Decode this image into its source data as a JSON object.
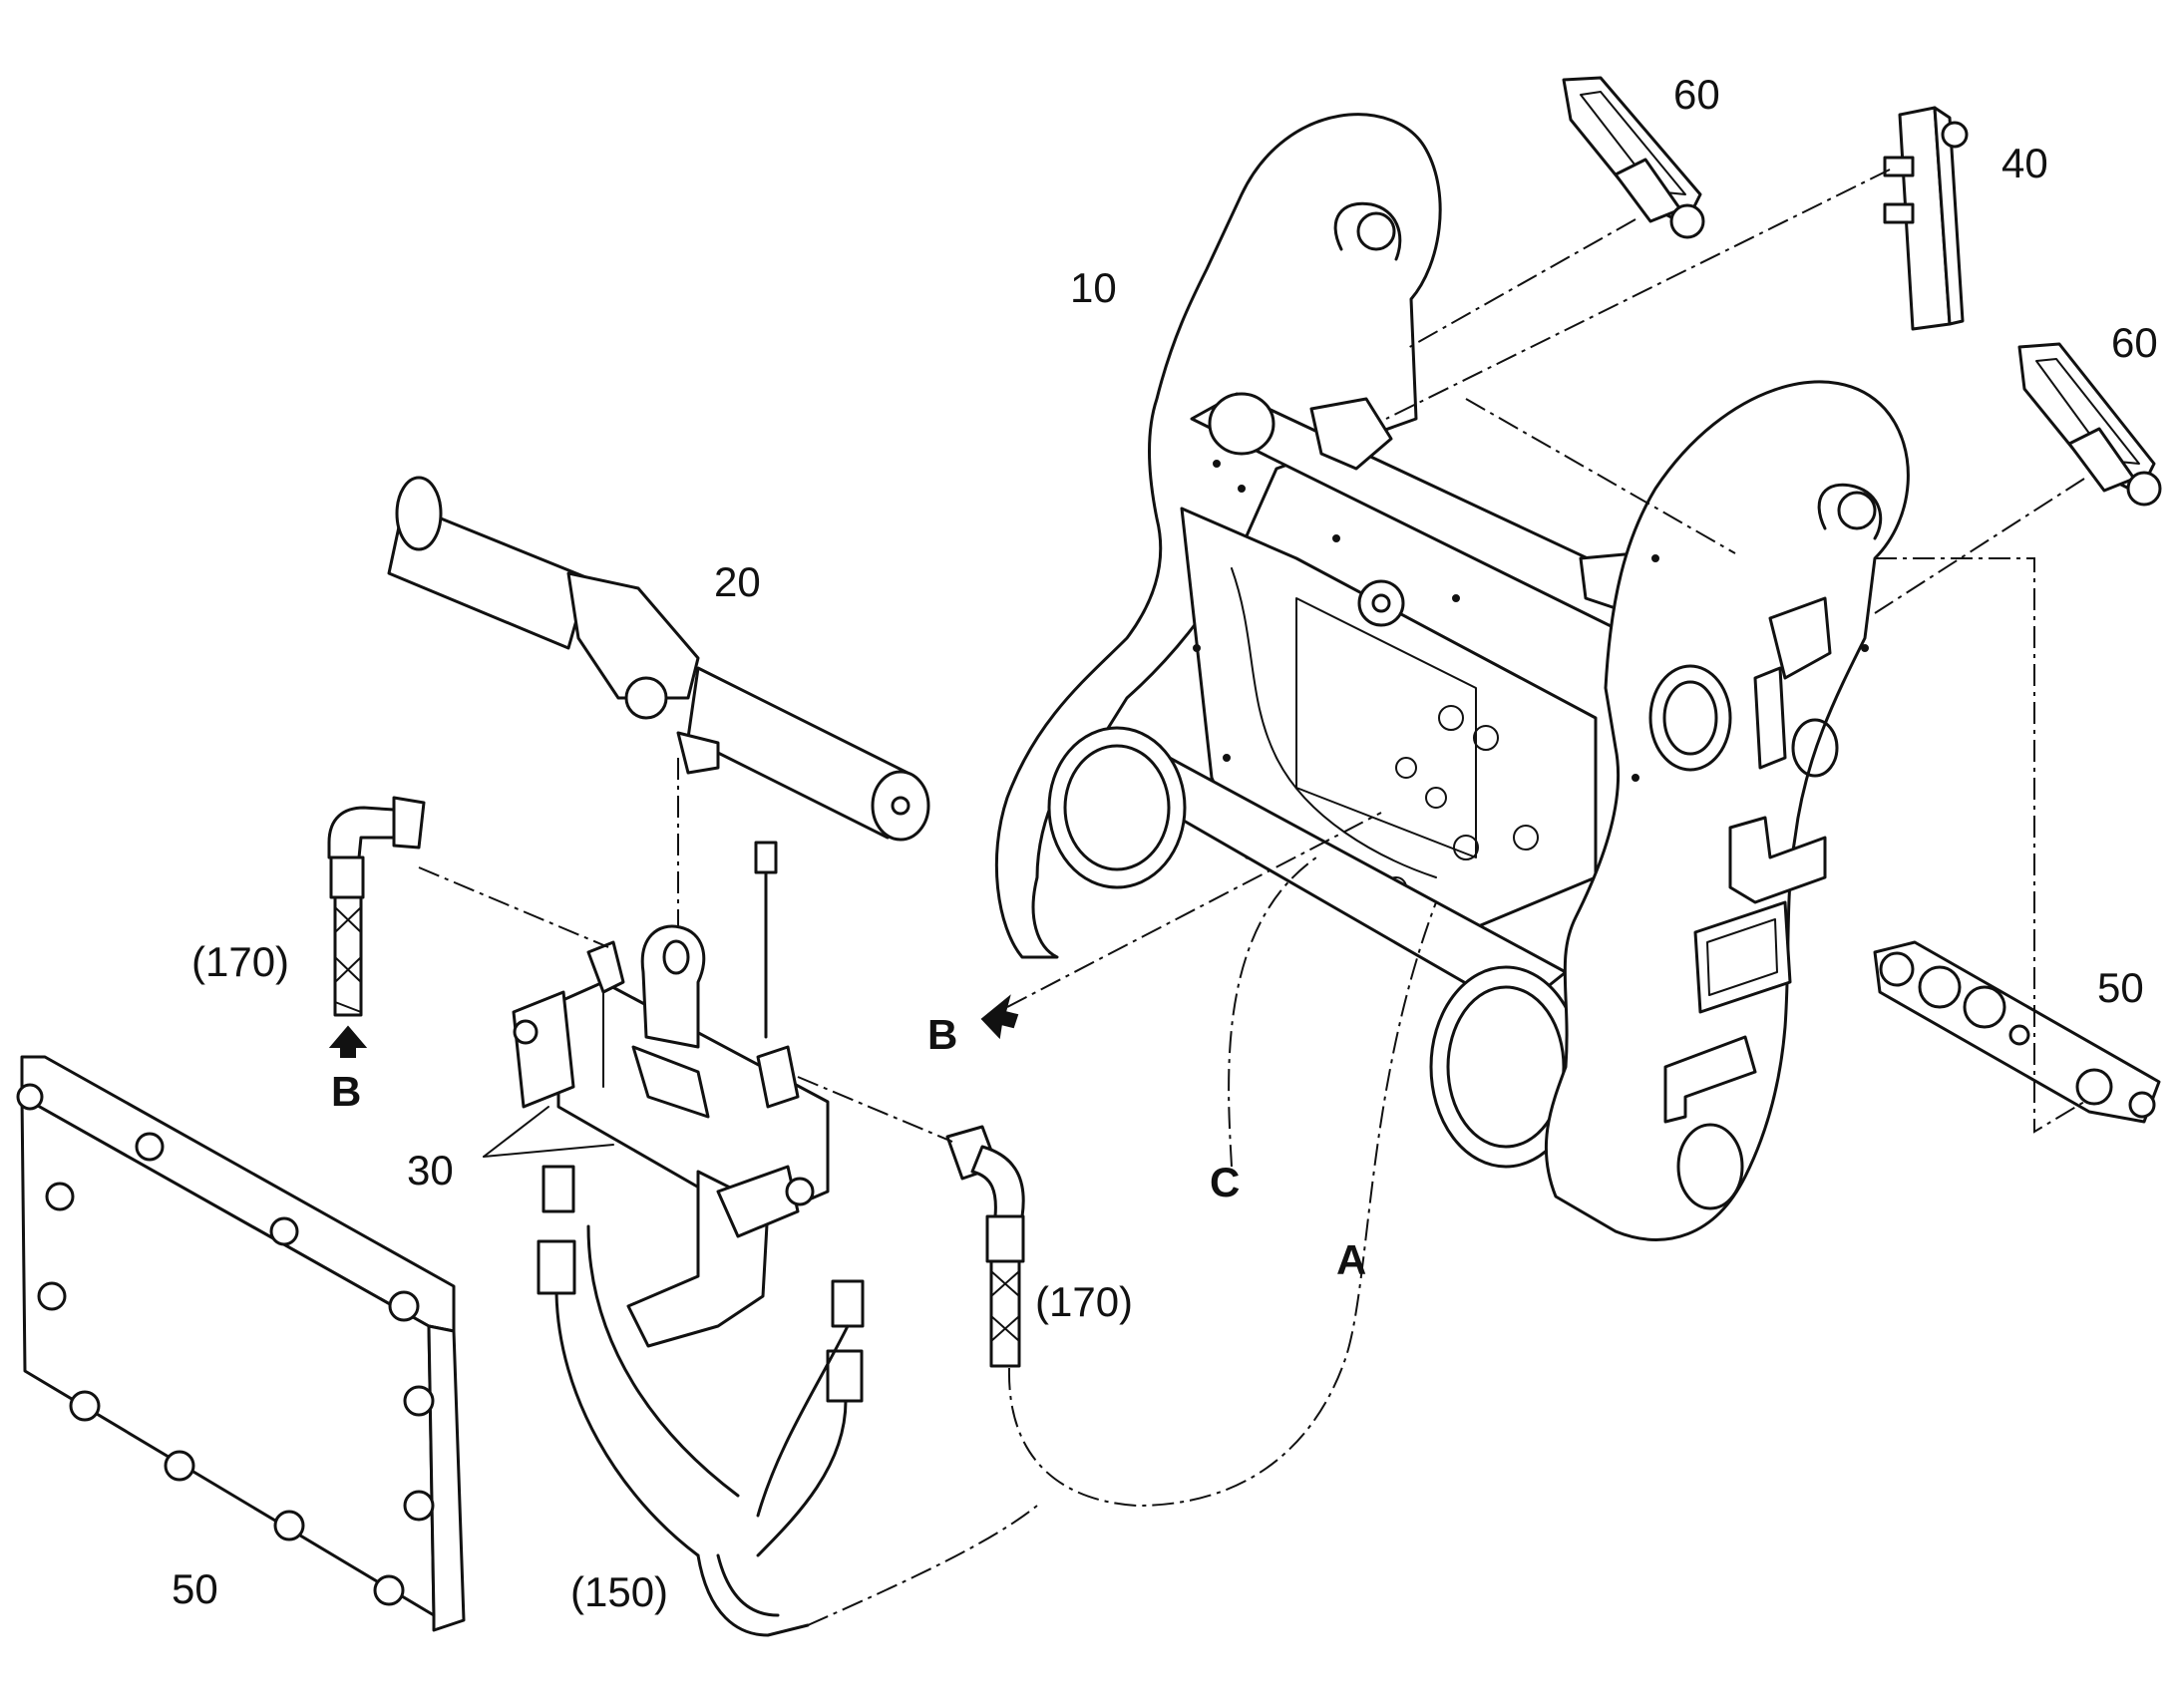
{
  "diagram": {
    "part_labels": {
      "frame": "10",
      "cylinder": "20",
      "valve_block": "30",
      "bar": "40",
      "plate_small": "50",
      "plate_large": "50",
      "clamp_top": "60",
      "clamp_right": "60",
      "hose_left": "(170)",
      "hose_right": "(170)",
      "harness": "(150)"
    },
    "connection_labels": {
      "a": "A",
      "b_left": "B",
      "b_right": "B",
      "c": "C"
    },
    "colors": {
      "ink": "#111111",
      "background": "#ffffff"
    }
  }
}
